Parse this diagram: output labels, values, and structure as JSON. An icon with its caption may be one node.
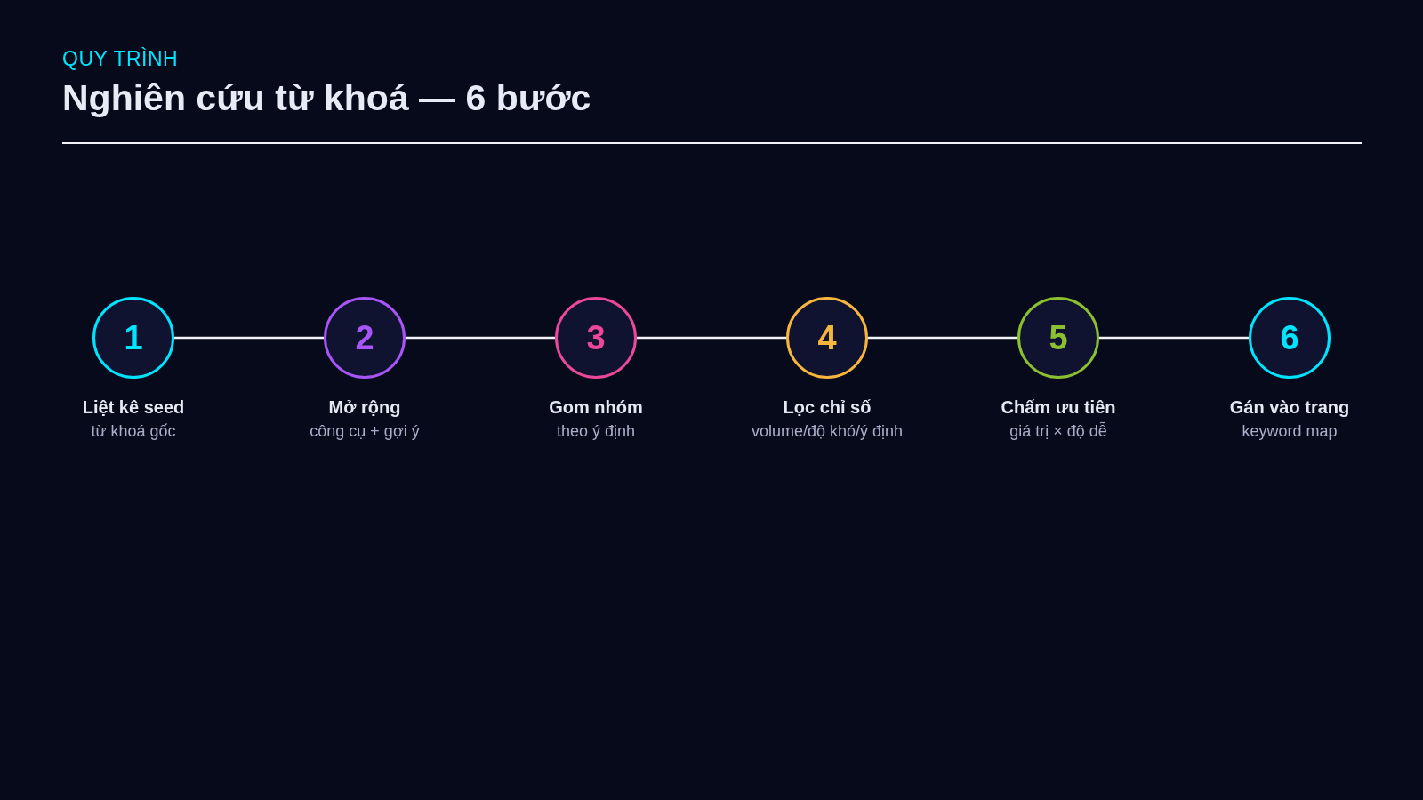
{
  "diagram": {
    "title": "Nghiên cứu từ khoá — 6 bước",
    "nodes": [
      {
        "text": [
          "1"
        ],
        "beside": [
          "Liệt kê seed",
          "từ khoá gốc"
        ]
      },
      {
        "text": [
          "2"
        ],
        "beside": [
          "Mở rộng",
          "công cụ + gợi ý"
        ]
      },
      {
        "text": [
          "3"
        ],
        "beside": [
          "Gom nhóm",
          "theo ý định"
        ]
      },
      {
        "text": [
          "4"
        ],
        "beside": [
          "Lọc chỉ số",
          "volume/độ khó/ý định"
        ]
      },
      {
        "text": [
          "5"
        ],
        "beside": [
          "Chấm ưu tiên",
          "giá trị × độ dễ"
        ]
      },
      {
        "text": [
          "6"
        ],
        "beside": [
          "Gán vào trang",
          "keyword map"
        ]
      }
    ],
    "edges": [
      {
        "from": 0,
        "to": 1,
        "arrow": "none"
      },
      {
        "from": 1,
        "to": 2,
        "arrow": "none"
      },
      {
        "from": 2,
        "to": 3,
        "arrow": "none"
      },
      {
        "from": 3,
        "to": 4,
        "arrow": "none"
      },
      {
        "from": 4,
        "to": 5,
        "arrow": "none"
      }
    ],
    "labels": [
      "QUY TRÌNH"
    ]
  }
}
